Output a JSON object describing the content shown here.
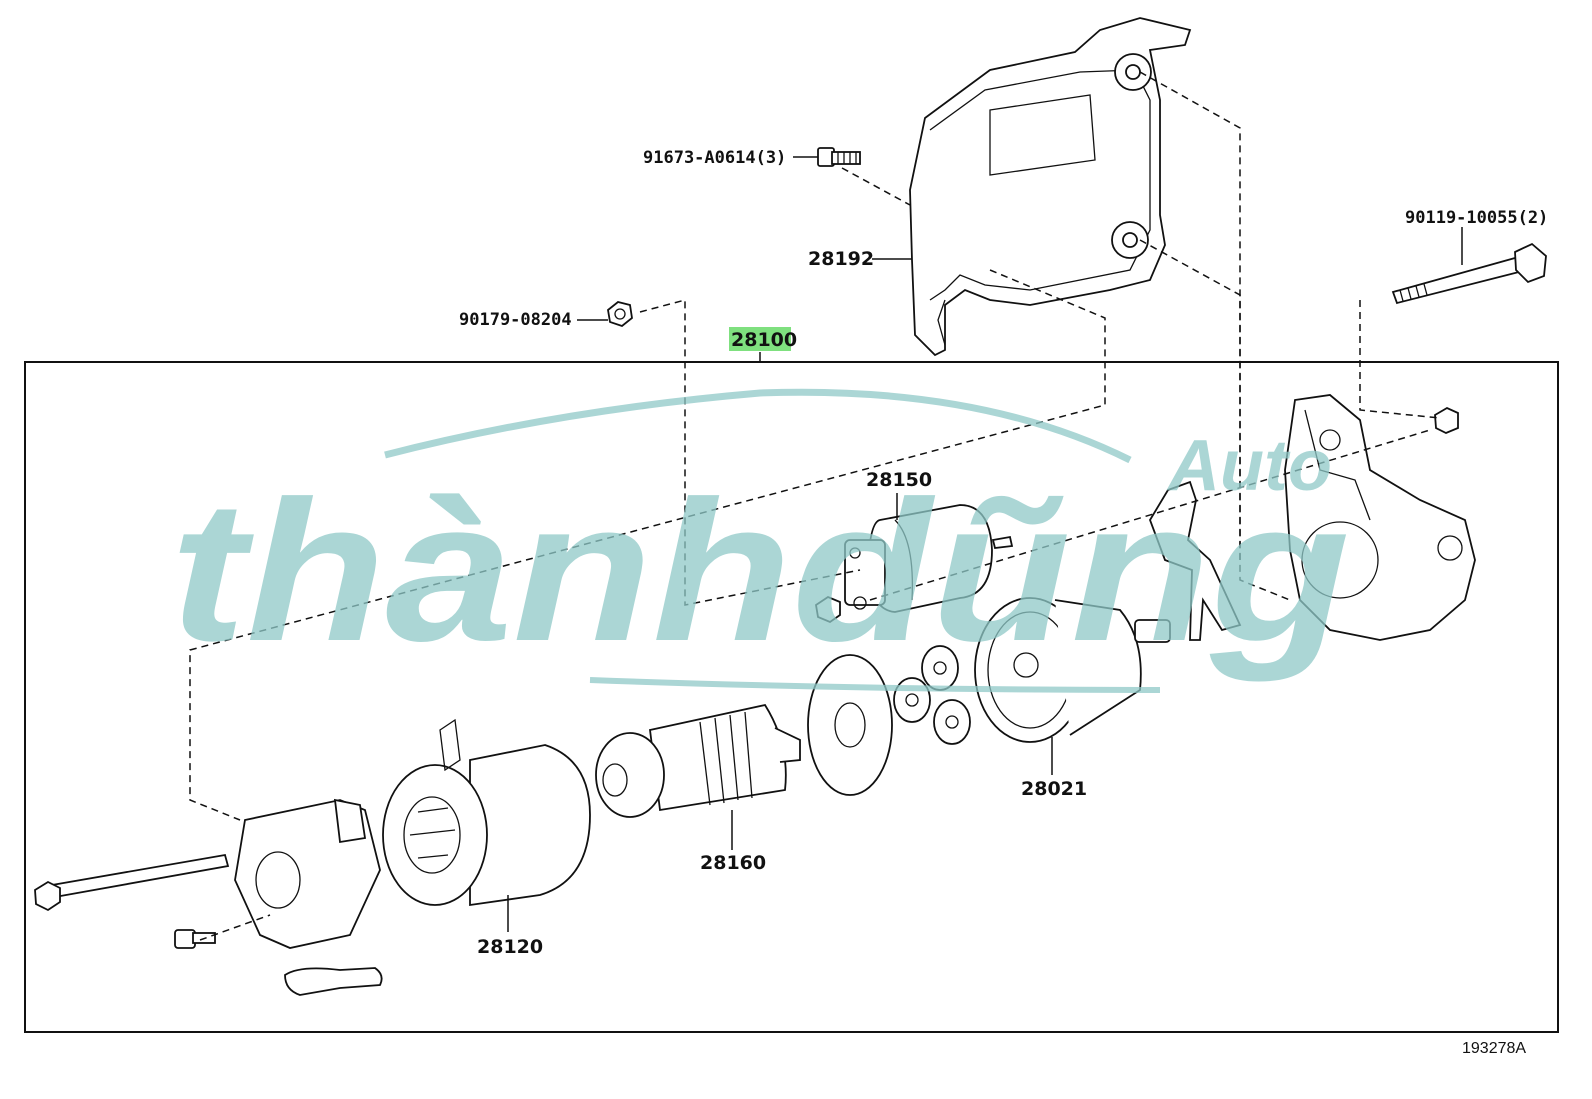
{
  "diagram": {
    "callouts": {
      "bolt_91673": "91673-A0614(3)",
      "cover_28192": "28192",
      "nut_90179": "90179-08204",
      "assembly_28100": "28100",
      "bolt_90119": "90119-10055(2)",
      "solenoid_28150": "28150",
      "clutch_28021": "28021",
      "armature_28160": "28160",
      "yoke_28120": "28120"
    },
    "figure_number": "193278A",
    "highlight_color": "#7fe07f",
    "watermark": {
      "text": "thànhdũng",
      "sub": "Auto",
      "color": "#8fc9c8"
    }
  }
}
